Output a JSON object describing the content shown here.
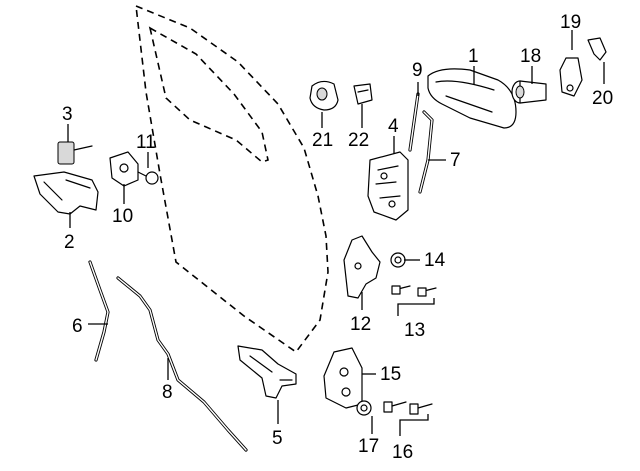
{
  "diagram": {
    "callouts": {
      "p1": "1",
      "p2": "2",
      "p3": "3",
      "p4": "4",
      "p5": "5",
      "p6": "6",
      "p7": "7",
      "p8": "8",
      "p9": "9",
      "p10": "10",
      "p11": "11",
      "p12": "12",
      "p13": "13",
      "p14": "14",
      "p15": "15",
      "p16": "16",
      "p17": "17",
      "p18": "18",
      "p19": "19",
      "p20": "20",
      "p21": "21",
      "p22": "22"
    }
  }
}
